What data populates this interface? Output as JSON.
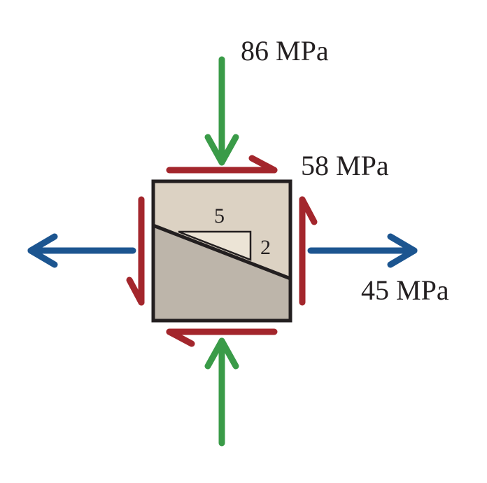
{
  "stress_element": {
    "vertical_normal_stress": "86 MPa",
    "shear_stress": "58 MPa",
    "horizontal_normal_stress": "45 MPa",
    "slope_run": "5",
    "slope_rise": "2"
  },
  "colors": {
    "vertical_arrow": "#3a9b48",
    "horizontal_arrow": "#1c5590",
    "shear_arrow": "#a3262c",
    "element_upper_fill": "#dcd2c3",
    "element_lower_fill": "#bdb5aa",
    "slope_triangle_fill": "#ece4d6",
    "outline": "#231f20"
  }
}
